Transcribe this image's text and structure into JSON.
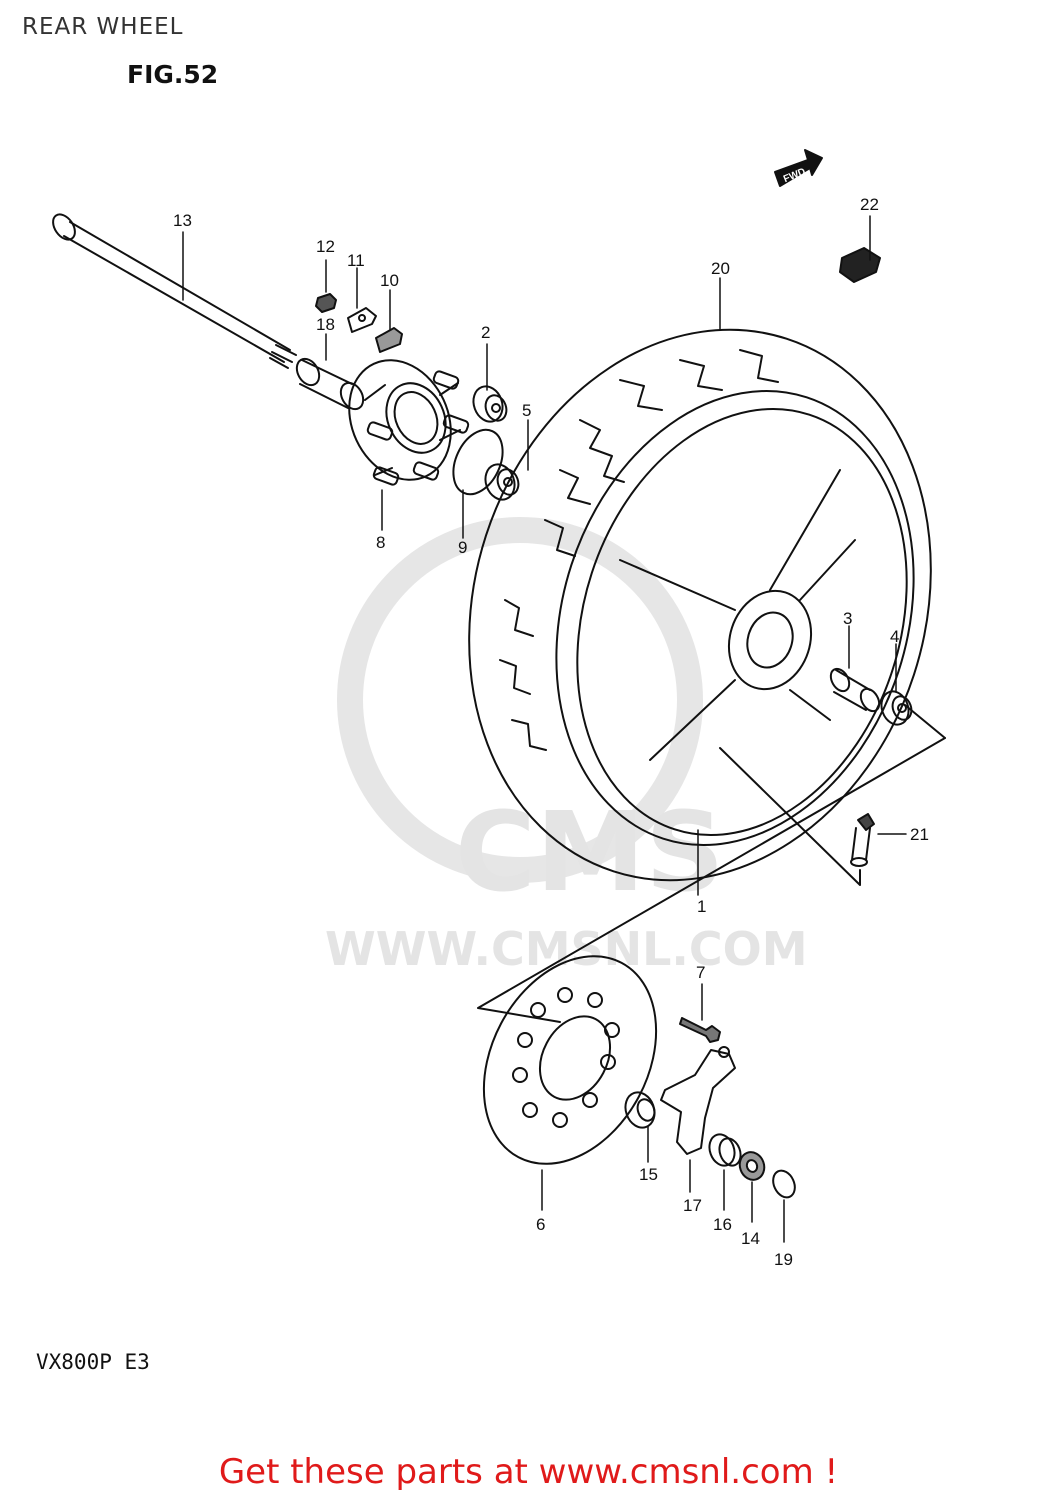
{
  "header": {
    "title": "REAR WHEEL",
    "figure": "FIG.52"
  },
  "diagram": {
    "fwd_marker": "FWD",
    "watermark": {
      "logo_text": "CMS",
      "url_text": "WWW.CMSNL.COM"
    },
    "callouts": [
      {
        "id": "1",
        "name": "callout-1"
      },
      {
        "id": "2",
        "name": "callout-2"
      },
      {
        "id": "3",
        "name": "callout-3"
      },
      {
        "id": "4",
        "name": "callout-4"
      },
      {
        "id": "5",
        "name": "callout-5"
      },
      {
        "id": "6",
        "name": "callout-6"
      },
      {
        "id": "7",
        "name": "callout-7"
      },
      {
        "id": "8",
        "name": "callout-8"
      },
      {
        "id": "9",
        "name": "callout-9"
      },
      {
        "id": "10",
        "name": "callout-10"
      },
      {
        "id": "11",
        "name": "callout-11"
      },
      {
        "id": "12",
        "name": "callout-12"
      },
      {
        "id": "13",
        "name": "callout-13"
      },
      {
        "id": "14",
        "name": "callout-14"
      },
      {
        "id": "15",
        "name": "callout-15"
      },
      {
        "id": "16",
        "name": "callout-16"
      },
      {
        "id": "17",
        "name": "callout-17"
      },
      {
        "id": "18",
        "name": "callout-18"
      },
      {
        "id": "19",
        "name": "callout-19"
      },
      {
        "id": "20",
        "name": "callout-20"
      },
      {
        "id": "21",
        "name": "callout-21"
      },
      {
        "id": "22",
        "name": "callout-22"
      }
    ]
  },
  "footer": {
    "model": "VX800P  E3",
    "cta": "Get these parts at www.cmsnl.com !"
  },
  "colors": {
    "line": "#111111",
    "cta": "#e01a1a",
    "watermark": "#e4e4e4"
  }
}
